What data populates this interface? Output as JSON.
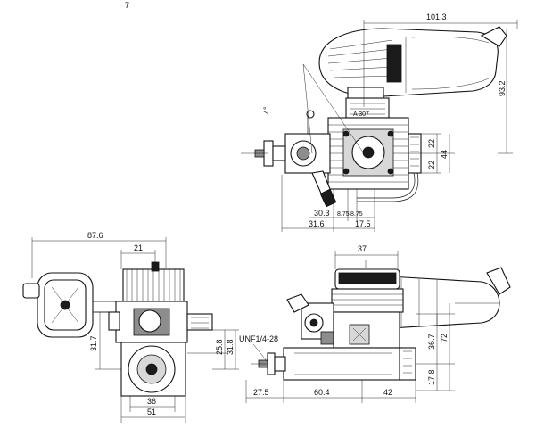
{
  "top_view": {
    "dim_length": "101.3",
    "dim_height": "93.2",
    "dim_angle": "4°",
    "dim_upper": "22",
    "dim_lower": "22",
    "dim_total": "44",
    "dim_a": "30.3",
    "dim_b": "8.75",
    "dim_c": "8.75",
    "dim_d": "31.6",
    "dim_e": "17.5"
  },
  "rear_view": {
    "dim_width": "87.6",
    "dim_head": "21",
    "dim_left_height": "31.7",
    "dim_right_a": "25.8",
    "dim_right_b": "31.8",
    "dim_base_inner": "36",
    "dim_base_outer": "51"
  },
  "side_view": {
    "dim_head_width": "37",
    "thread_label": "UNF1/4-28",
    "dim_right_a": "36.7",
    "dim_right_b": "72",
    "dim_right_c": "17.8",
    "dim_bottom_a": "27.5",
    "dim_bottom_b": "60.4",
    "dim_bottom_c": "42"
  },
  "corner_mark": "7"
}
